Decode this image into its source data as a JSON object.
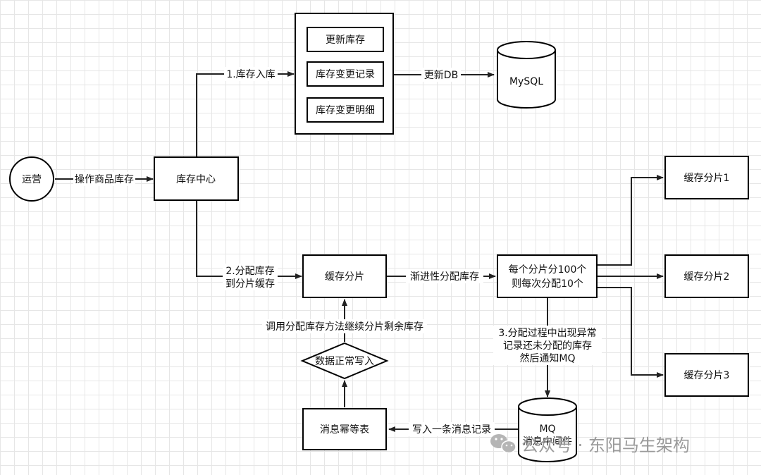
{
  "nodes": {
    "ops": "运营",
    "inventory_center": "库存中心",
    "update_inventory": "更新库存",
    "inventory_change_record": "库存变更记录",
    "inventory_change_detail": "库存变更明细",
    "mysql": "MySQL",
    "cache_shard_main": "缓存分片",
    "allocation_rule_line1": "每个分片分100个",
    "allocation_rule_line2": "则每次分配10个",
    "cache_shard_1": "缓存分片1",
    "cache_shard_2": "缓存分片2",
    "cache_shard_3": "缓存分片3",
    "data_normal_write": "数据正常写入",
    "idempotent_table": "消息幂等表",
    "mq_line1": "MQ",
    "mq_line2": "消息中间件"
  },
  "edges": {
    "operate_inventory": "操作商品库存",
    "inbound_1": "1.库存入库",
    "update_db": "更新DB",
    "allocate_line1": "2.分配库存",
    "allocate_line2": "到分片缓存",
    "progressive_allocate": "渐进性分配库存",
    "exception_line1": "3.分配过程中出现异常",
    "exception_line2": "记录还未分配的库存",
    "exception_line3": "然后通知MQ",
    "write_message_record": "写入一条消息记录",
    "continue_allocate": "调用分配库存方法继续分片剩余库存"
  },
  "watermark": {
    "text": "公众号 · 东阳马生架构",
    "icon": "wechat-icon"
  }
}
